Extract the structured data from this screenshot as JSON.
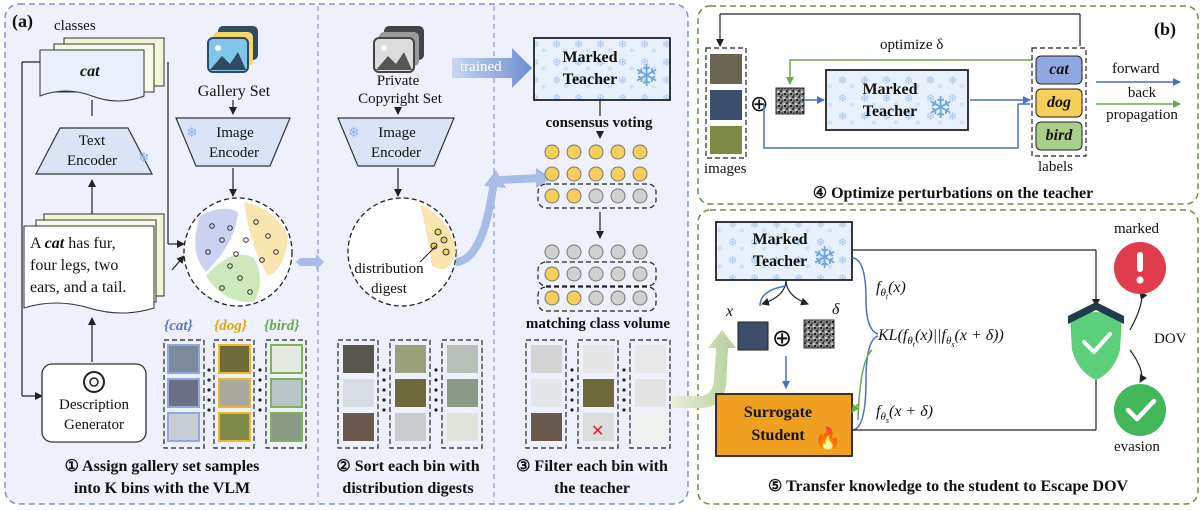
{
  "panel_a": {
    "tag": "(a)",
    "classes_label": "classes",
    "class_card_word": "cat",
    "gallery_set_label": "Gallery Set",
    "text_encoder_label_1": "Text",
    "text_encoder_label_2": "Encoder",
    "image_encoder_label_1": "Image",
    "image_encoder_label_2": "Encoder",
    "description_lines": [
      "A cat has fur,",
      "four legs, two",
      "ears, and a tail."
    ],
    "description_generator_label_1": "Description",
    "description_generator_label_2": "Generator",
    "bin_labels": [
      "{cat}",
      "{dog}",
      "{bird}"
    ],
    "step1_caption_1": "① Assign gallery set samples",
    "step1_caption_2": "into K bins with the VLM",
    "private_set_label_1": "Private",
    "private_set_label_2": "Copyright Set",
    "distribution_digest_label_1": "distribution",
    "distribution_digest_label_2": "digest",
    "step2_caption_1": "② Sort each bin with",
    "step2_caption_2": "distribution digests",
    "trained_label": "trained",
    "marked_teacher_label_1": "Marked",
    "marked_teacher_label_2": "Teacher",
    "consensus_voting_label": "consensus voting",
    "matching_class_volume_label": "matching class volume",
    "step3_caption_1": "③ Filter each bin with",
    "step3_caption_2": "the teacher"
  },
  "panel_b": {
    "tag": "(b)",
    "optimize_label": "optimize δ",
    "images_label": "images",
    "labels_label": "labels",
    "label_chips": [
      {
        "text": "cat",
        "color": "#8fa8e0"
      },
      {
        "text": "dog",
        "color": "#f5cf5a"
      },
      {
        "text": "bird",
        "color": "#a9cf8a"
      }
    ],
    "forward_label": "forward",
    "back_label_1": "back",
    "back_label_2": "propagation",
    "marked_teacher_label_1": "Marked",
    "marked_teacher_label_2": "Teacher",
    "step4_caption": "④ Optimize perturbations on the teacher",
    "x_label": "x",
    "delta_label": "δ",
    "teacher_output_label": "fθt(x)",
    "kl_label": "KL(fθt(x)||fθs(x + δ))",
    "student_output_label": "fθs(x + δ)",
    "surrogate_label_1": "Surrogate",
    "surrogate_label_2": "Student",
    "marked_label": "marked",
    "dov_label": "DOV",
    "evasion_label": "evasion",
    "step5_caption": "⑤ Transfer knowledge to the student to Escape DOV"
  },
  "colors": {
    "panel_a_fill": "#eef1fb",
    "panel_a_border": "#7f93c9",
    "panel_b_border": "#6b8e3a",
    "class_blue": "#8fa8e0",
    "class_yellow": "#f5cf5a",
    "class_green": "#a9cf8a",
    "surrogate_orange": "#f0a020",
    "marked_red": "#e03c4b",
    "evasion_green": "#43b85b",
    "shield_green": "#5ccf7a"
  }
}
